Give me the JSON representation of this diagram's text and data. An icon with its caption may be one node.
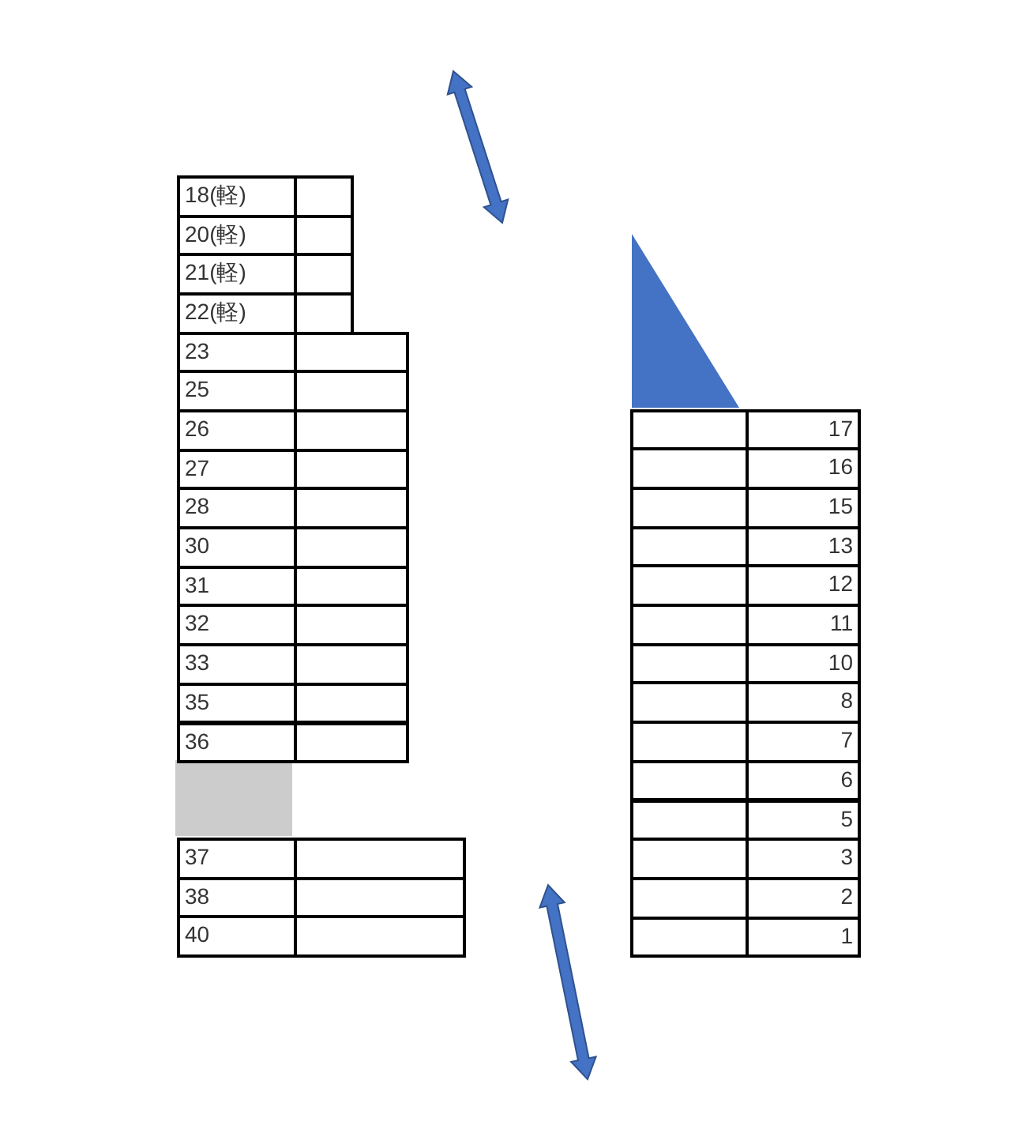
{
  "diagram": {
    "nodes": [
      {
        "text": [],
        "shape": "triangle"
      },
      {
        "text": [],
        "shape": "box"
      }
    ],
    "labels": [
      "18(軽)",
      "20(軽)",
      "21(軽)",
      "22(軽)",
      "23",
      "25",
      "26",
      "27",
      "28",
      "30",
      "31",
      "32",
      "33",
      "35",
      "36",
      "37",
      "38",
      "40",
      "17",
      "16",
      "15",
      "13",
      "12",
      "11",
      "10",
      "8",
      "7",
      "6",
      "5",
      "3",
      "2",
      "1"
    ]
  }
}
